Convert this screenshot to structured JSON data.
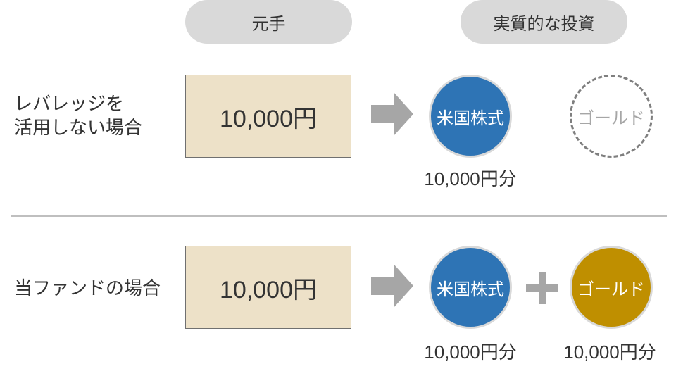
{
  "header": {
    "principal": "元手",
    "effective_investment": "実質的な投資"
  },
  "rows": [
    {
      "label_line1": "レバレッジを",
      "label_line2": "活用しない場合",
      "principal": "10,000円",
      "assets": [
        {
          "name": "米国株式",
          "amount": "10,000円分",
          "color": "#2e74b5"
        },
        {
          "name": "ゴールド",
          "dashed": true
        }
      ]
    },
    {
      "label_line1": "当ファンドの場合",
      "principal": "10,000円",
      "assets": [
        {
          "name": "米国株式",
          "amount": "10,000円分",
          "color": "#2e74b5"
        },
        {
          "name": "ゴールド",
          "amount": "10,000円分",
          "color": "#bf8f00"
        }
      ]
    }
  ]
}
